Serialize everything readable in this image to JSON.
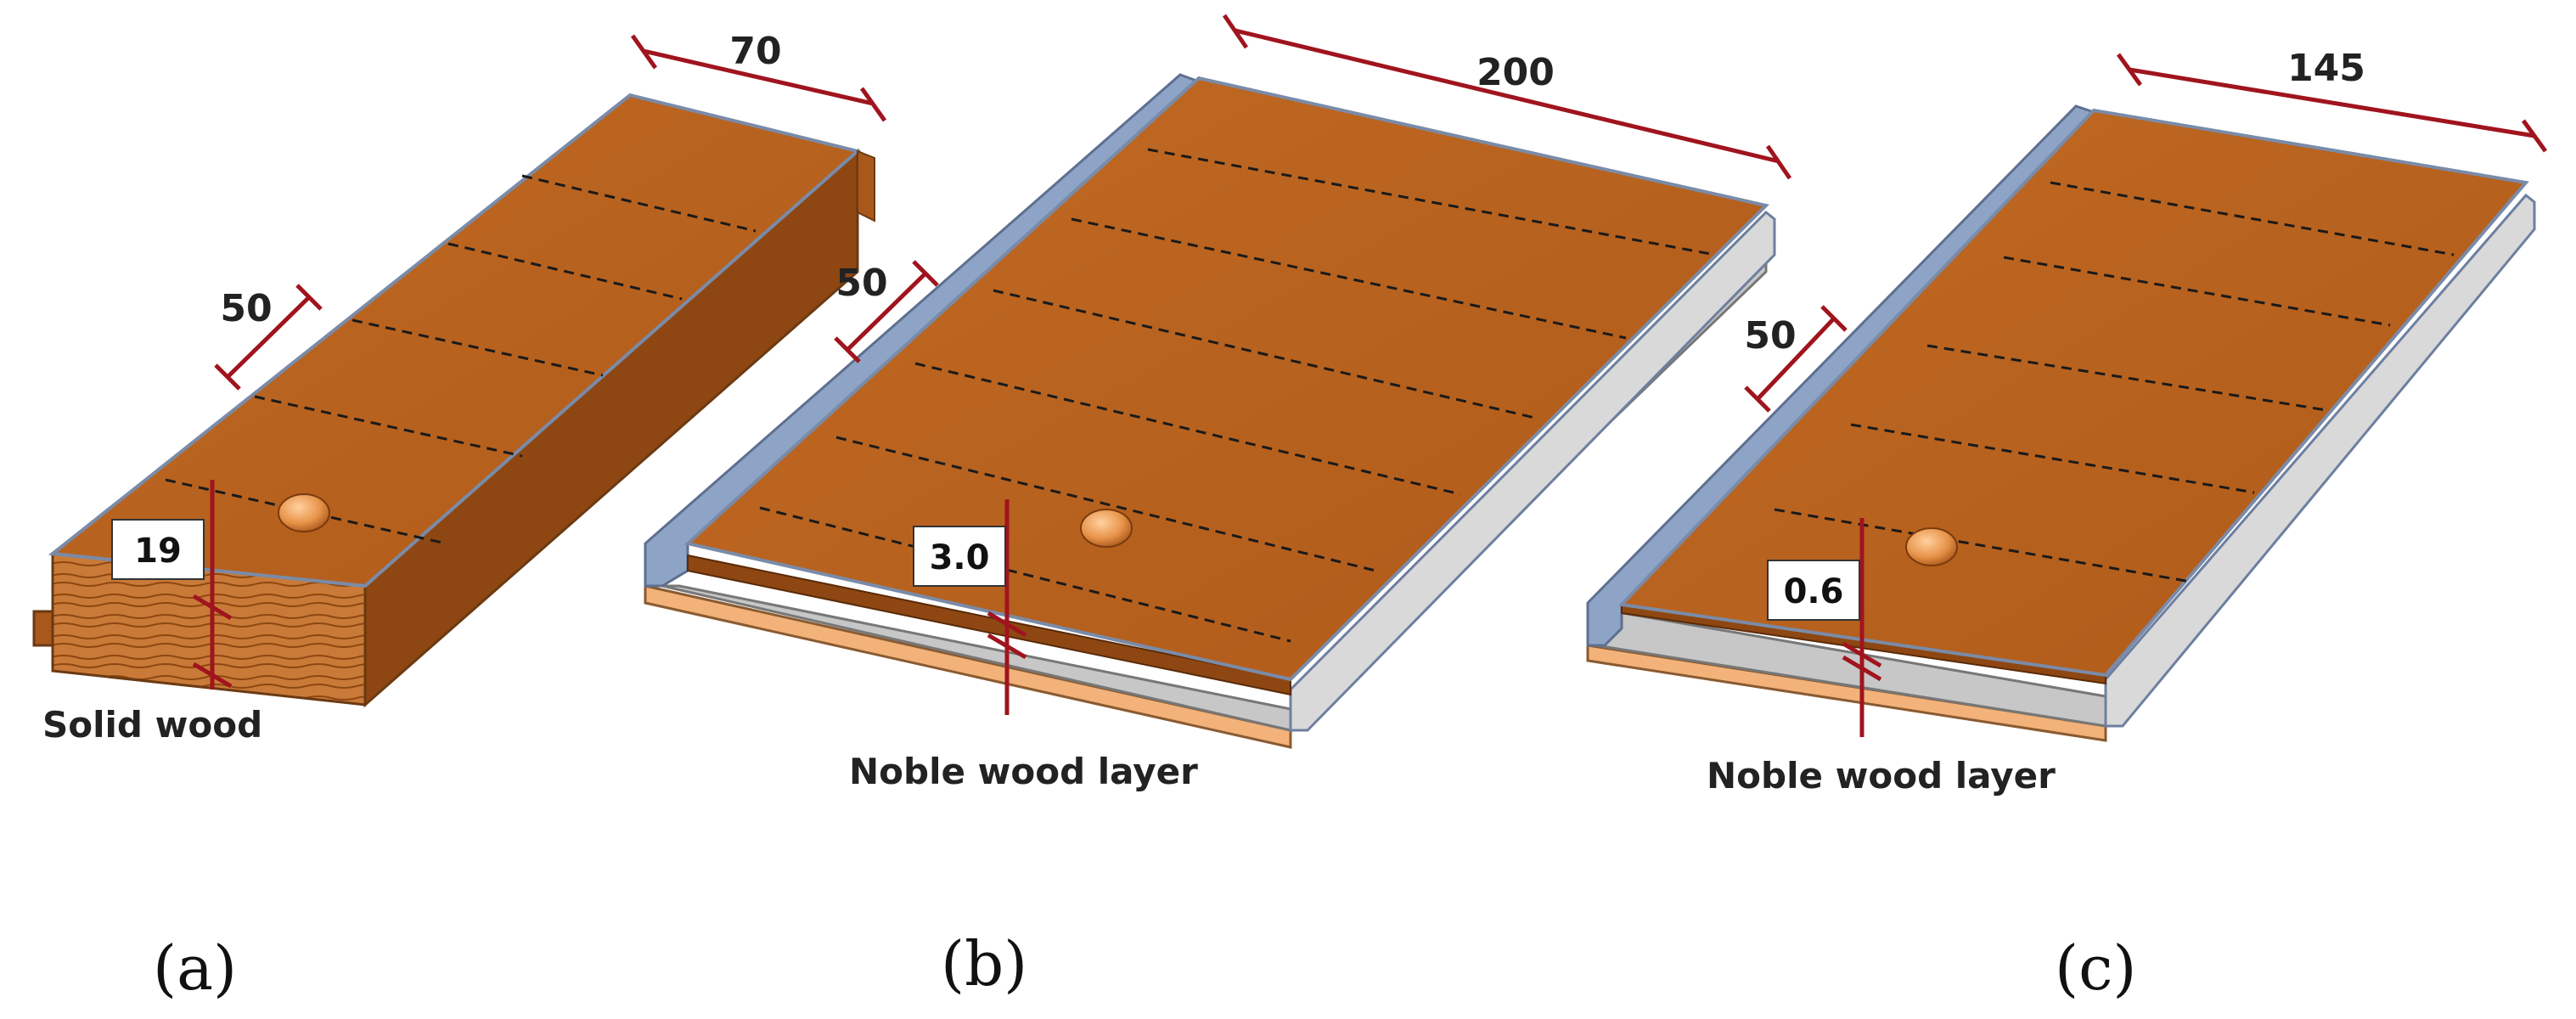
{
  "colors": {
    "wood_top": "#B8621F",
    "wood_side": "#8E4712",
    "wood_edge": "#A9581C",
    "veneer_base": "#F2B27A",
    "core_gray": "#C7C7C7",
    "tongue_blue": "#8EA4C6",
    "dimension_red": "#A0141E",
    "groove_line": "#1A1A1A",
    "knot": "#E8944A"
  },
  "panels": [
    {
      "id": "a",
      "label": "(a)",
      "width_label": "70",
      "groove_label": "50",
      "thickness_label": "19",
      "caption": "Solid wood"
    },
    {
      "id": "b",
      "label": "(b)",
      "width_label": "200",
      "groove_label": "50",
      "thickness_label": "3.0",
      "caption": "Noble wood layer"
    },
    {
      "id": "c",
      "label": "(c)",
      "width_label": "145",
      "groove_label": "50",
      "thickness_label": "0.6",
      "caption": "Noble wood layer"
    }
  ]
}
